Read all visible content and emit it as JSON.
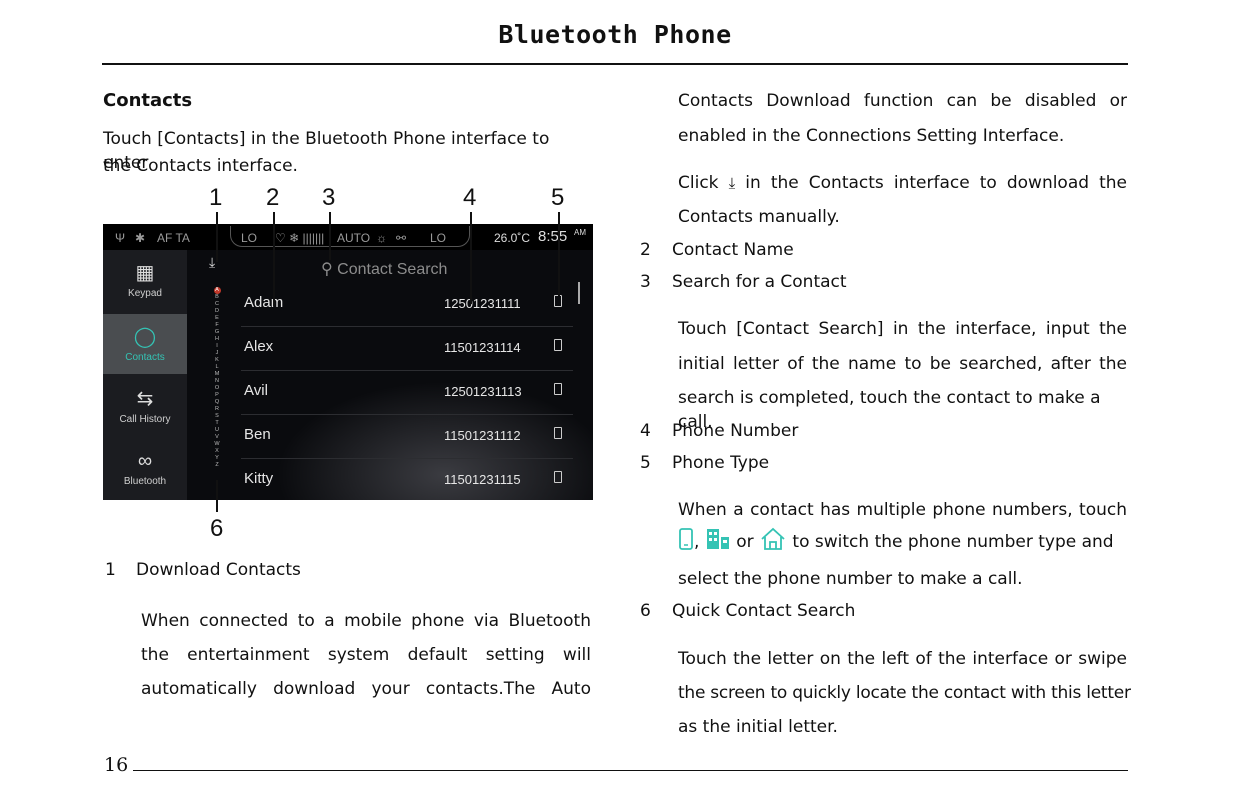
{
  "header": {
    "title": "Bluetooth  Phone"
  },
  "page_number": "16",
  "left": {
    "heading": "Contacts",
    "intro_line1": "Touch [Contacts] in the Bluetooth Phone interface to enter",
    "intro_line2": "the Contacts interface.",
    "callout_labels": [
      "1",
      "2",
      "3",
      "4",
      "5",
      "6"
    ],
    "item1_num": "1",
    "item1_title": "Download Contacts",
    "item1_lines": [
      "When connected to a mobile phone via Bluetooth",
      "the entertainment system default setting will",
      "automatically download your contacts.The Auto"
    ]
  },
  "screenshot": {
    "status_left": "AF TA",
    "status_lo_left": "LO",
    "status_auto": "AUTO",
    "status_lo_right": "LO",
    "temperature": "26.0˚C",
    "time": "8:55",
    "ampm": "AM",
    "search_placeholder": "Contact Search",
    "sidebar": [
      {
        "label": "Keypad",
        "icon": "keypad-icon"
      },
      {
        "label": "Contacts",
        "icon": "person-icon"
      },
      {
        "label": "Call History",
        "icon": "arrows-icon"
      },
      {
        "label": "Bluetooth",
        "icon": "link-icon"
      }
    ],
    "alphabet": [
      "A",
      "B",
      "C",
      "D",
      "E",
      "F",
      "G",
      "H",
      "I",
      "J",
      "K",
      "L",
      "M",
      "N",
      "O",
      "P",
      "Q",
      "R",
      "S",
      "T",
      "U",
      "V",
      "W",
      "X",
      "Y",
      "Z"
    ],
    "contacts": [
      {
        "name": "Adam",
        "number": "12501231111"
      },
      {
        "name": "Alex",
        "number": "11501231114"
      },
      {
        "name": "Avil",
        "number": "12501231113"
      },
      {
        "name": "Ben",
        "number": "11501231112"
      },
      {
        "name": "Kitty",
        "number": "11501231115"
      }
    ]
  },
  "right": {
    "p1_line1": "Contacts Download function can be disabled or",
    "p1_line2": "enabled in the Connections Setting Interface.",
    "p2_pre": "Click",
    "p2_post": "in the Contacts interface to download the",
    "p2_line2": "Contacts manually.",
    "item2_num": "2",
    "item2_title": "Contact Name",
    "item3_num": "3",
    "item3_title": "Search for a Contact",
    "p3_lines": [
      "Touch [Contact Search] in the interface, input the",
      "initial letter of the name to be searched, after the",
      "search is completed, touch the contact to make a call."
    ],
    "item4_num": "4",
    "item4_title": "Phone Number",
    "item5_num": "5",
    "item5_title": "Phone Type",
    "p4_line1": "When a contact has multiple phone numbers, touch",
    "p4_line2_comma": ",",
    "p4_line2_or": "or",
    "p4_line2_post": "to switch the phone number type and",
    "p4_line3": "select the phone number to make a call.",
    "item6_num": "6",
    "item6_title": "Quick Contact Search",
    "p5_lines": [
      "Touch the letter on the left of the interface or swipe",
      "the screen to quickly locate the contact with this letter",
      "as the initial letter."
    ]
  },
  "colors": {
    "accent_teal": "#34c3b4",
    "alphabet_marker": "#c0392b"
  }
}
